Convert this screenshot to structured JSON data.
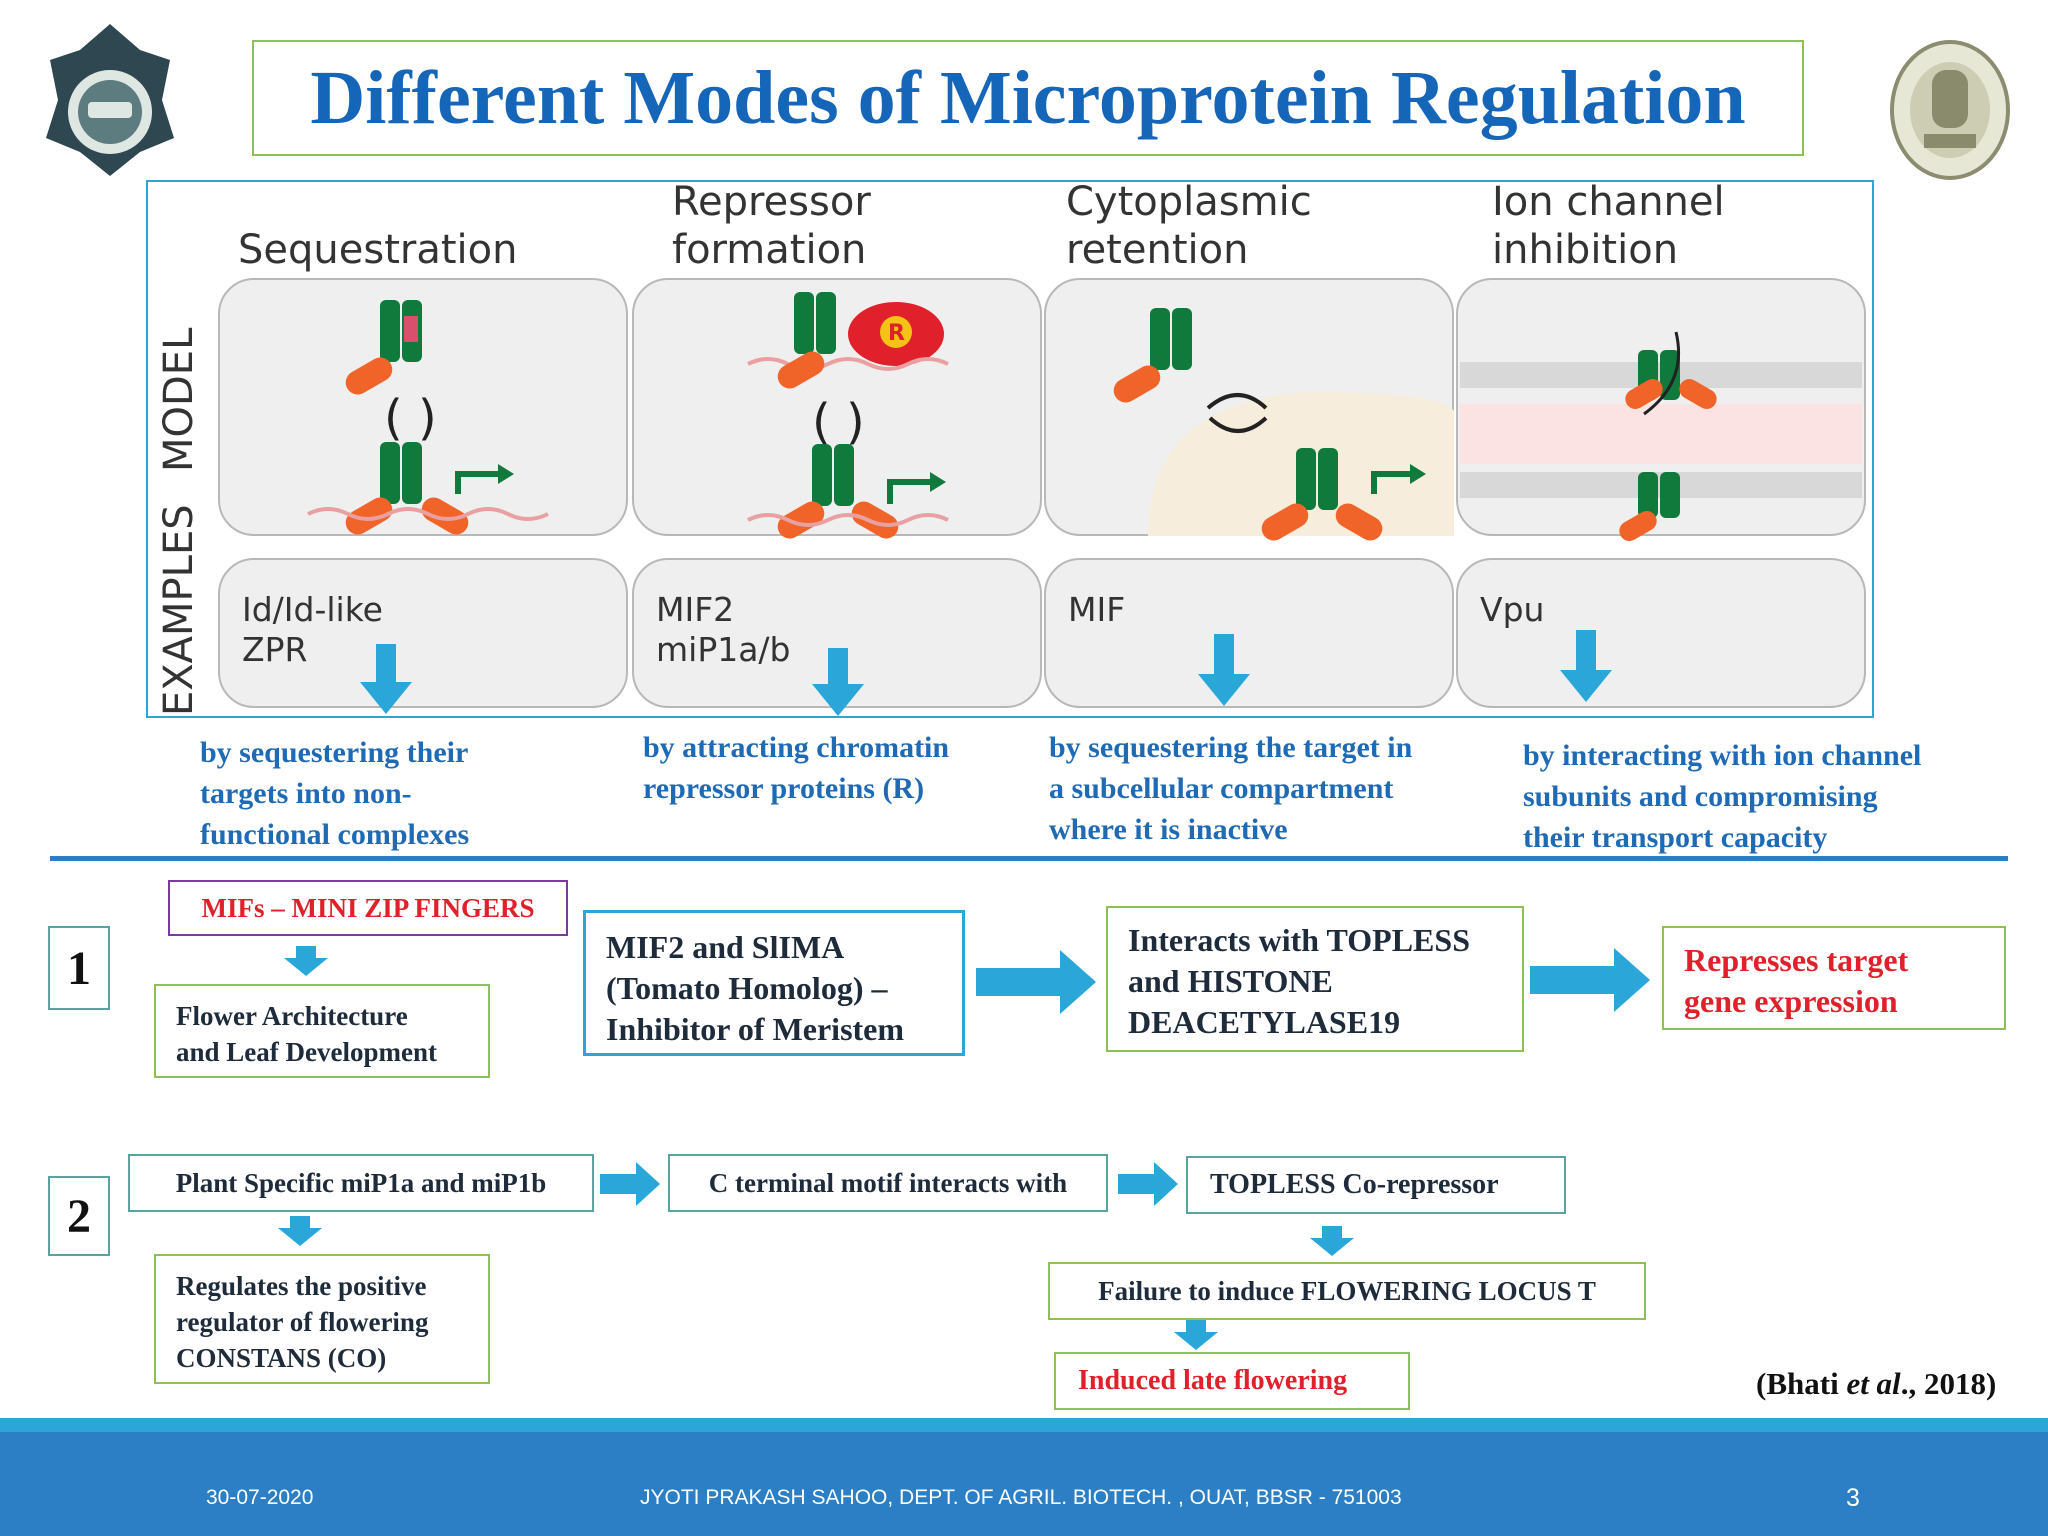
{
  "title": "Different Modes of Microprotein Regulation",
  "figure": {
    "row_labels": [
      "MODEL",
      "EXAMPLES"
    ],
    "columns": [
      {
        "heading": [
          "Sequestration"
        ],
        "examples": [
          "Id/Id-like",
          "ZPR"
        ],
        "description": [
          "by sequestering their",
          "targets into non-",
          "functional complexes"
        ]
      },
      {
        "heading": [
          "Repressor",
          "formation"
        ],
        "examples": [
          "MIF2",
          "miP1a/b"
        ],
        "description": [
          "by attracting chromatin",
          "repressor proteins (R)"
        ]
      },
      {
        "heading": [
          "Cytoplasmic",
          "retention"
        ],
        "examples": [
          "MIF"
        ],
        "description": [
          "by sequestering the target in",
          "a subcellular compartment",
          "where it is inactive"
        ]
      },
      {
        "heading": [
          "Ion channel",
          "inhibition"
        ],
        "examples": [
          "Vpu"
        ],
        "description": [
          "by interacting with ion channel",
          "subunits and compromising",
          "their transport capacity"
        ]
      }
    ],
    "repressor_letter": "R"
  },
  "flow1": {
    "number": "1",
    "header": "MIFs – MINI ZIP FINGERS",
    "sub": [
      "Flower Architecture",
      "and Leaf Development"
    ],
    "box_a": [
      "MIF2 and SlIMA",
      "(Tomato Homolog) –",
      "Inhibitor of Meristem"
    ],
    "box_b": [
      "Interacts with TOPLESS",
      "and HISTONE",
      "DEACETYLASE19"
    ],
    "box_c": [
      "Represses target",
      "gene expression"
    ]
  },
  "flow2": {
    "number": "2",
    "box_a": "Plant Specific miP1a and miP1b",
    "box_b": "C terminal motif interacts with",
    "box_c": "TOPLESS Co-repressor",
    "sub_a": [
      "Regulates the positive",
      "regulator of flowering",
      "CONSTANS (CO)"
    ],
    "sub_c": "Failure to induce FLOWERING LOCUS T",
    "result": "Induced late flowering"
  },
  "citation": {
    "pre": "(Bhati ",
    "italic": "et al",
    "post": "., 2018)"
  },
  "footer": {
    "date": "30-07-2020",
    "author": "JYOTI PRAKASH SAHOO, DEPT. OF AGRIL. BIOTECH. , OUAT, BBSR - 751003",
    "page": "3"
  },
  "colors": {
    "title": "#1565b8",
    "accent": "#2aa7d8",
    "red": "#e0202a",
    "green": "#0f7a3c",
    "orange": "#f0642a",
    "box_border": "#8dbf5b"
  }
}
